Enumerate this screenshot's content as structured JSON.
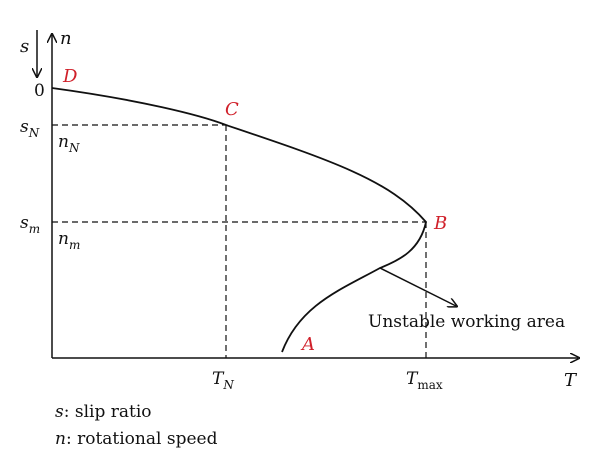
{
  "axes": {
    "y_top_label": "n",
    "y_left_label": "s",
    "x_label": "T",
    "origin_label": "0"
  },
  "y_marks": {
    "sN_main": "s",
    "sN_sub": "N",
    "nN_main": "n",
    "nN_sub": "N",
    "sm_main": "s",
    "sm_sub": "m",
    "nm_main": "n",
    "nm_sub": "m"
  },
  "x_marks": {
    "TN_main": "T",
    "TN_sub": "N",
    "Tmax_main": "T",
    "Tmax_sub": "max"
  },
  "points": {
    "A": "A",
    "B": "B",
    "C": "C",
    "D": "D"
  },
  "annotation": "Unstable working area",
  "legend": [
    {
      "symbol": "s",
      "text": ": slip ratio"
    },
    {
      "symbol": "n",
      "text": ": rotational speed"
    }
  ],
  "colors": {
    "point_labels": "#d0202a",
    "lines": "#111111"
  }
}
